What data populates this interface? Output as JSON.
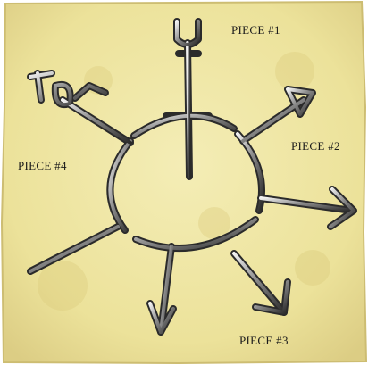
{
  "puzzle": {
    "labels": {
      "piece_1": "PIECE #1",
      "piece_2": "PIECE #2",
      "piece_3": "PIECE #3",
      "piece_4": "PIECE #4"
    }
  },
  "colors": {
    "parchment": "#efe6a3",
    "parchment_edge": "#d8ca7f",
    "metal_dark": "#2e2e2e",
    "metal_light": "#d9d9d9",
    "label_text": "#1a1a1a"
  }
}
